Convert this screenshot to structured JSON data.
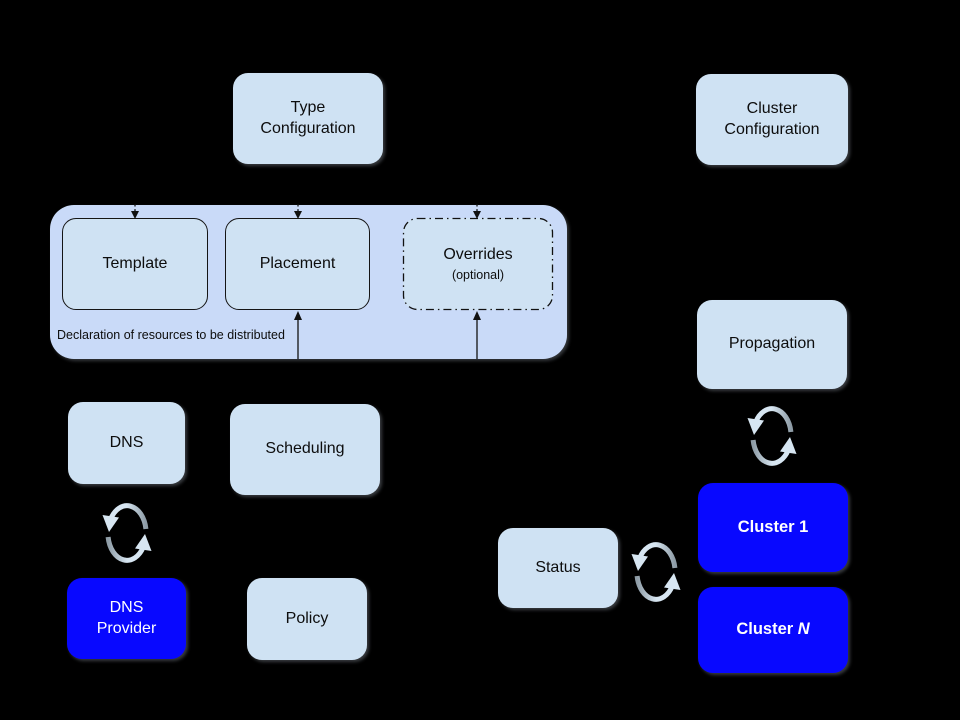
{
  "colors": {
    "background": "#000000",
    "light_box": "#cfe2f3",
    "group_box": "#c9daf8",
    "accent_blue": "#0808ff",
    "text_dark": "#0d0d0d",
    "text_light": "#ffffff",
    "line": "#111111",
    "sync_light": "#d7e6f2",
    "sync_dark": "#8e9ca6"
  },
  "nodes": {
    "type_configuration": {
      "label": "Type\nConfiguration"
    },
    "cluster_configuration": {
      "label": "Cluster\nConfiguration"
    },
    "template": {
      "label": "Template"
    },
    "placement": {
      "label": "Placement"
    },
    "overrides": {
      "label": "Overrides",
      "sublabel": "(optional)"
    },
    "resource_group": {
      "caption": "Declaration of resources to be distributed"
    },
    "dns": {
      "label": "DNS"
    },
    "scheduling": {
      "label": "Scheduling"
    },
    "dns_provider": {
      "label": "DNS\nProvider"
    },
    "policy": {
      "label": "Policy"
    },
    "propagation": {
      "label": "Propagation"
    },
    "status": {
      "label": "Status"
    },
    "cluster_1": {
      "label": "Cluster 1"
    },
    "cluster_n": {
      "label_prefix": "Cluster ",
      "label_n": "N"
    }
  },
  "icons": {
    "sync": "circular-refresh-arrows",
    "arrow_down_dashed": "dashed-down-arrow",
    "arrow_up_solid": "solid-up-arrow"
  },
  "edges": [
    {
      "type": "dashed-arrow-down",
      "to": "template"
    },
    {
      "type": "dashed-arrow-down",
      "to": "placement"
    },
    {
      "type": "dashed-arrow-down",
      "to": "overrides"
    },
    {
      "type": "solid-arrow-up",
      "to": "placement"
    },
    {
      "type": "solid-arrow-up",
      "to": "overrides"
    },
    {
      "type": "sync",
      "between": [
        "dns",
        "dns_provider"
      ]
    },
    {
      "type": "sync",
      "between": [
        "propagation",
        "cluster_1"
      ]
    },
    {
      "type": "sync",
      "between": [
        "status",
        "cluster_1"
      ]
    }
  ]
}
